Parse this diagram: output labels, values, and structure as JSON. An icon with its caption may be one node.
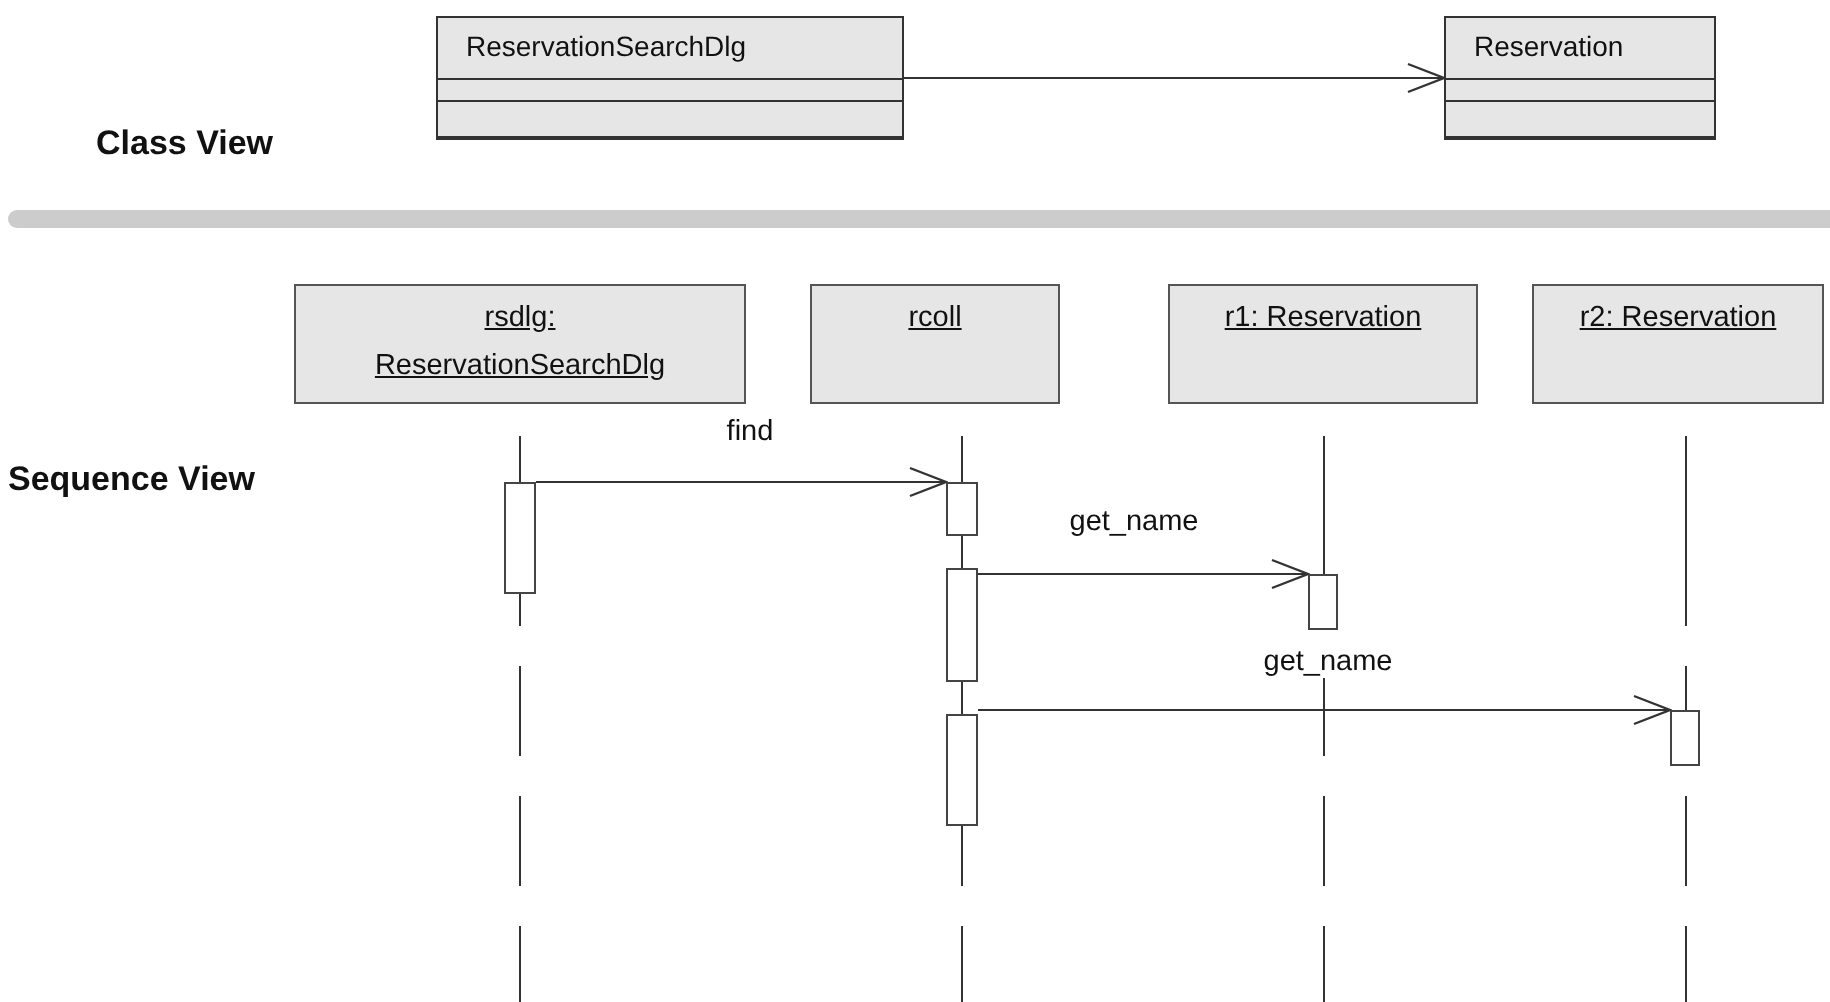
{
  "diagram": {
    "nodes": [
      {
        "text": [
          "ReservationSearchDlg"
        ]
      },
      {
        "text": [
          "Reservation"
        ]
      },
      {
        "text": [
          "rsdlg: ReservationSearchDlg"
        ]
      },
      {
        "text": [
          "rcoll"
        ]
      },
      {
        "text": [
          "r1: Reservation"
        ]
      },
      {
        "text": [
          "r2: Reservation"
        ]
      },
      {
        "text": [],
        "shape": "bar"
      },
      {
        "text": [],
        "shape": "bar"
      },
      {
        "text": [],
        "shape": "bar"
      },
      {
        "text": [],
        "shape": "bar"
      },
      {
        "text": [],
        "shape": "bar"
      },
      {
        "text": [],
        "shape": "bar"
      }
    ],
    "edges": [
      {
        "from": 0,
        "to": 1,
        "arrow": "to"
      },
      {
        "from": 6,
        "to": 7,
        "arrow": "to",
        "label": "find"
      },
      {
        "from": 8,
        "to": 9,
        "arrow": "to",
        "label": "get_name"
      },
      {
        "from": 10,
        "to": 11,
        "arrow": "to",
        "label": "get_name"
      }
    ],
    "labels": [
      "Class View",
      "Sequence View"
    ]
  }
}
